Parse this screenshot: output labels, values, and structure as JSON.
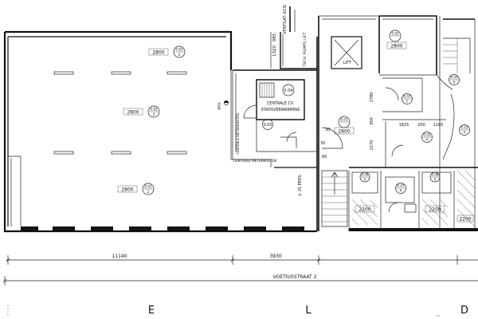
{
  "rooms": {
    "r003": {
      "height": "2800",
      "id": "0.03",
      "sub": "2"
    },
    "r002": {
      "height": "2800",
      "id": "0.02",
      "sub": "2"
    },
    "r001": {
      "height": "2800",
      "id": "0.01",
      "sub": "2"
    },
    "stair_room": {
      "id": "0.04",
      "line1": "CENTRALE CV.",
      "line2": "STADSVERWARMING"
    },
    "meter_room": {
      "id": "0.03"
    },
    "hall_left": {
      "id": "0.01",
      "height": "2800"
    },
    "top_right": {
      "id": "0.02",
      "height": "2800"
    },
    "lobby_01c": {
      "id": "0.01",
      "sub": "C"
    },
    "lobby_02a": {
      "id": "0.02",
      "sub": "A"
    },
    "lobby_01a": {
      "id": "0.01",
      "sub": "A"
    },
    "lobby_03a": {
      "id": "0.03",
      "sub": "A"
    },
    "wc_004": {
      "id": "0.04",
      "sub": "A",
      "height": "2200"
    },
    "wc_007": {
      "id": "0.07",
      "sub": "A"
    },
    "wc_008": {
      "id": "0.08",
      "sub": "A",
      "height": "2200"
    },
    "wc_bottom": {
      "height": "2200"
    }
  },
  "labels": {
    "ventilation": "VENTILAT. 623L",
    "lift_box": "TECH. RUIMTE LIFT",
    "lift": "LIFT",
    "meter_cabinet": "CENTRALE METERKASTEN",
    "meter_cabinet_v": "CENTRALE METERKASTEN",
    "persons": "± 25 PERS.",
    "mtk": "MTK"
  },
  "dims": {
    "d1320": "1320",
    "d985": "985",
    "d1780": "1780",
    "d300": "300",
    "d2270": "2270",
    "d30a": "30",
    "d30b": "30",
    "d60": "60",
    "d1825": "1825",
    "d200": "200",
    "d1185": "1185",
    "d11140": "11140",
    "d3930": "3930",
    "street": "VOETIUSSTRAAT 2"
  },
  "axes": {
    "e": "E",
    "l": "L",
    "d": "D"
  }
}
